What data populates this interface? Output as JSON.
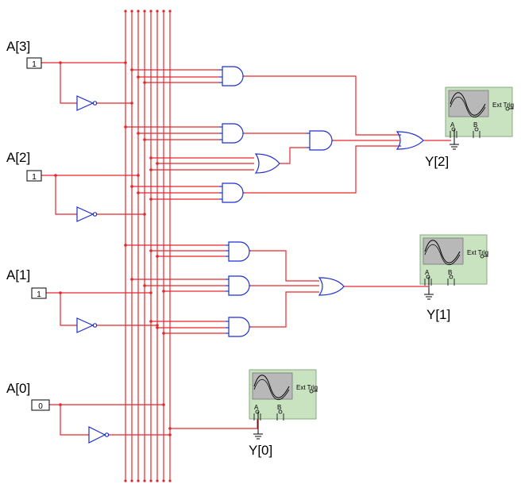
{
  "inputs": [
    {
      "name": "A[3]",
      "value": "1"
    },
    {
      "name": "A[2]",
      "value": "1"
    },
    {
      "name": "A[1]",
      "value": "1"
    },
    {
      "name": "A[0]",
      "value": "0"
    }
  ],
  "outputs": [
    {
      "name": "Y[2]"
    },
    {
      "name": "Y[1]"
    },
    {
      "name": "Y[0]"
    }
  ],
  "scope": {
    "trigger_label": "Ext Trig",
    "channel_a": "A",
    "channel_b": "B"
  },
  "colors": {
    "wire": "#e8262c",
    "gate": "#1f2fd0",
    "scope_body": "#c9e2c0",
    "screen": "#b8b8b8"
  }
}
